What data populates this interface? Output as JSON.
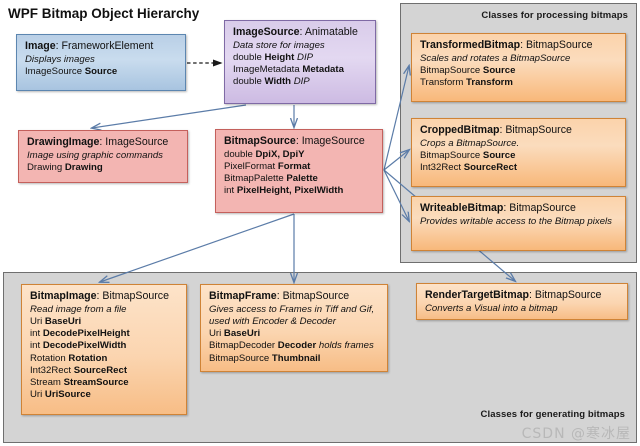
{
  "title": "WPF Bitmap Object Hierarchy",
  "watermark": "CSDN @寒冰屋",
  "groups": {
    "processing": {
      "label": "Classes for processing bitmaps"
    },
    "generating": {
      "label": "Classes for generating bitmaps"
    }
  },
  "colors": {
    "blue_fill": "#c9dcee",
    "blue_border": "#5c86b0",
    "purple_fill": "#e3d8f1",
    "purple_border": "#7f6aa5",
    "pink_fill": "#f3b5b2",
    "pink_border": "#c4605c",
    "orange_fill": "#fbd5b0",
    "orange_border": "#cf8336",
    "group_fill": "#d4d4d4",
    "group_border": "#6f6f6f",
    "arrow": "#5b7ca8"
  },
  "boxes": {
    "image": {
      "name": "Image",
      "base": ": FrameworkElement",
      "desc": "Displays images",
      "members": [
        {
          "type": "ImageSource ",
          "name": "Source"
        }
      ]
    },
    "imagesource": {
      "name": "ImageSource",
      "base": ": Animatable",
      "desc": "Data store for images",
      "members": [
        {
          "type": "double ",
          "name": "Height",
          "suffix": " DIP"
        },
        {
          "type": "ImageMetadata ",
          "name": "Metadata",
          "suffix": ""
        },
        {
          "type": "double ",
          "name": "Width",
          "suffix": " DIP"
        }
      ]
    },
    "drawingimage": {
      "name": "DrawingImage",
      "base": ": ImageSource",
      "desc": "Image using graphic commands",
      "members": [
        {
          "type": "Drawing ",
          "name": "Drawing"
        }
      ]
    },
    "bitmapsource": {
      "name": "BitmapSource",
      "base": ": ImageSource",
      "desc": "",
      "members": [
        {
          "type": "double ",
          "name": "DpiX, DpiY"
        },
        {
          "type": "PixelFormat ",
          "name": "Format"
        },
        {
          "type": "BitmapPalette ",
          "name": "Palette"
        },
        {
          "type": "int ",
          "name": "PixelHeight, PixelWidth"
        }
      ]
    },
    "transformedbitmap": {
      "name": "TransformedBitmap",
      "base": ": BitmapSource",
      "desc": "Scales and rotates a BitmapSource",
      "members": [
        {
          "type": "BitmapSource ",
          "name": "Source"
        },
        {
          "type": "Transform ",
          "name": "Transform"
        }
      ]
    },
    "croppedbitmap": {
      "name": "CroppedBitmap",
      "base": ": BitmapSource",
      "desc": "Crops a BitmapSource.",
      "members": [
        {
          "type": "BitmapSource ",
          "name": "Source"
        },
        {
          "type": "Int32Rect ",
          "name": "SourceRect"
        }
      ]
    },
    "writeablebitmap": {
      "name": "WriteableBitmap",
      "base": ": BitmapSource",
      "desc": "Provides writable access to the Bitmap pixels",
      "members": []
    },
    "bitmapimage": {
      "name": "BitmapImage",
      "base": ": BitmapSource",
      "desc": "Read image from a file",
      "members": [
        {
          "type": "Uri ",
          "name": "BaseUri"
        },
        {
          "type": "int ",
          "name": "DecodePixelHeight"
        },
        {
          "type": "int ",
          "name": "DecodePixelWidth"
        },
        {
          "type": "Rotation ",
          "name": "Rotation"
        },
        {
          "type": "Int32Rect ",
          "name": "SourceRect"
        },
        {
          "type": "Stream ",
          "name": "StreamSource"
        },
        {
          "type": "Uri ",
          "name": "UriSource"
        }
      ]
    },
    "bitmapframe": {
      "name": "BitmapFrame",
      "base": ": BitmapSource",
      "desc": "Gives access to Frames in Tiff and Gif, used with Encoder & Decoder",
      "members": [
        {
          "type": "Uri ",
          "name": "BaseUri"
        },
        {
          "type": "BitmapDecoder ",
          "name": "Decoder",
          "note": " holds frames"
        },
        {
          "type": "BitmapSource ",
          "name": "Thumbnail"
        }
      ]
    },
    "rendertargetbitmap": {
      "name": "RenderTargetBitmap",
      "base": ": BitmapSource",
      "desc": "Converts a Visual into a bitmap",
      "members": []
    }
  },
  "connections": [
    {
      "from": "image",
      "to": "imagesource",
      "style": "dashed"
    },
    {
      "from": "imagesource",
      "to": "drawingimage",
      "style": "solid"
    },
    {
      "from": "imagesource",
      "to": "bitmapsource",
      "style": "solid"
    },
    {
      "from": "bitmapsource",
      "to": "transformedbitmap",
      "style": "solid"
    },
    {
      "from": "bitmapsource",
      "to": "croppedbitmap",
      "style": "solid"
    },
    {
      "from": "bitmapsource",
      "to": "writeablebitmap",
      "style": "solid"
    },
    {
      "from": "bitmapsource",
      "to": "rendertargetbitmap",
      "style": "solid"
    },
    {
      "from": "bitmapsource",
      "to": "bitmapimage",
      "style": "solid"
    },
    {
      "from": "bitmapsource",
      "to": "bitmapframe",
      "style": "solid"
    }
  ]
}
